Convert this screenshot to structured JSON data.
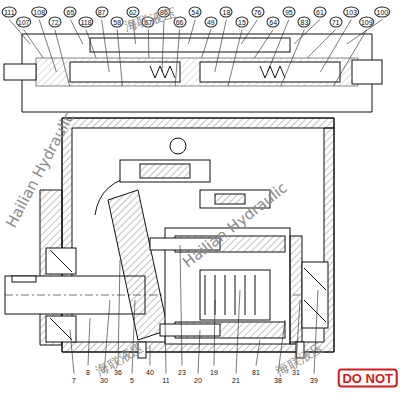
{
  "diagram": {
    "labels": [
      "111",
      "107",
      "108",
      "72",
      "65",
      "118",
      "87",
      "58",
      "62",
      "67",
      "86",
      "66",
      "54",
      "49",
      "18",
      "15",
      "76",
      "64",
      "95",
      "83",
      "61",
      "71",
      "103",
      "109",
      "100",
      "7",
      "8",
      "30",
      "36",
      "5",
      "40",
      "11",
      "23",
      "20",
      "19",
      "21",
      "81",
      "38",
      "31",
      "39",
      "Hailian Hydraulic",
      "Hailian Hydraulic",
      "海联液压",
      "海联液压",
      "海联液压",
      "DO NOT"
    ]
  }
}
